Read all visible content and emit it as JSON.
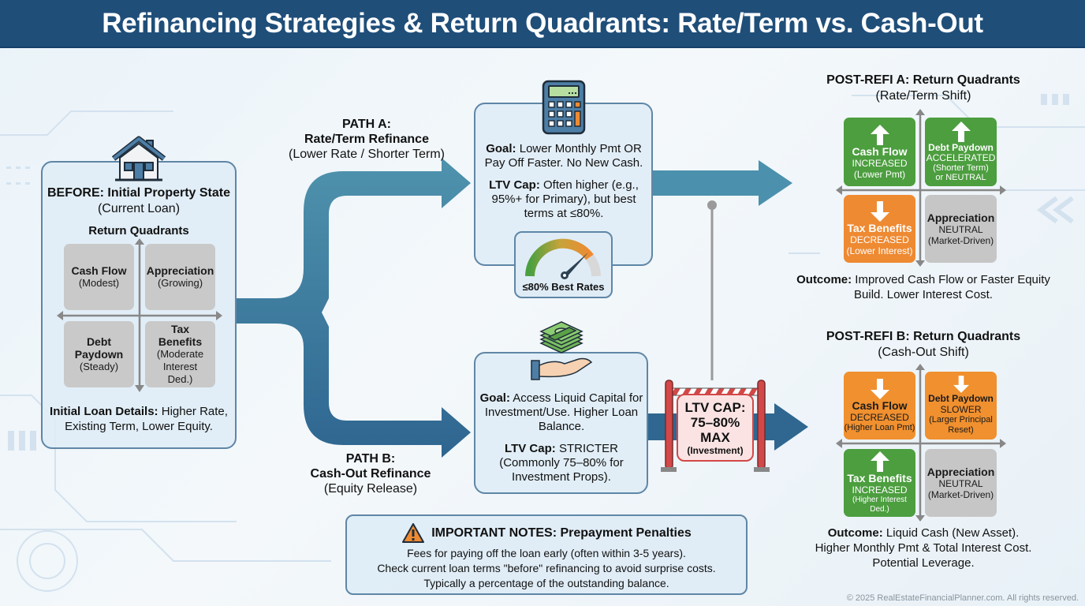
{
  "header": {
    "title": "Refinancing Strategies & Return Quadrants: Rate/Term vs. Cash-Out"
  },
  "colors": {
    "header_bg": "#1f4e79",
    "arrow_blue": "#3d7ea1",
    "increase_green": "#4c9e3f",
    "decrease_orange": "#ee8a32",
    "neutral_gray": "#c6c6c6",
    "ltv_red": "#d24848"
  },
  "before": {
    "icon": "house-icon",
    "title_bold": "BEFORE: Initial Property State",
    "title_rest": "(Current Loan)",
    "quadrants_label": "Return Quadrants",
    "quadrants": [
      {
        "title": "Cash Flow",
        "sub": "(Modest)"
      },
      {
        "title": "Appreciation",
        "sub": "(Growing)"
      },
      {
        "title": "Debt Paydown",
        "sub": "(Steady)"
      },
      {
        "title": "Tax Benefits",
        "sub": "(Moderate Interest Ded.)"
      }
    ],
    "details_bold": "Initial Loan Details:",
    "details_rest": "Higher Rate, Existing Term, Lower Equity."
  },
  "path_a": {
    "label_line1": "PATH A:",
    "label_line2": "Rate/Term Refinance",
    "label_line3": "(Lower Rate / Shorter Term)",
    "icon": "calculator-icon",
    "goal_bold": "Goal:",
    "goal_rest": "Lower Monthly Pmt OR Pay Off Faster. No New Cash.",
    "ltv_bold": "LTV Cap:",
    "ltv_rest": "Often higher (e.g., 95%+ for Primary), but best terms at ≤80%.",
    "gauge_label": "≤80% Best Rates",
    "gauge_level_percent": 80
  },
  "path_b": {
    "label_line1": "PATH B:",
    "label_line2": "Cash-Out Refinance",
    "label_line3": "(Equity Release)",
    "icon": "money-hand-icon",
    "goal_bold": "Goal:",
    "goal_rest": "Access Liquid Capital for Investment/Use. Higher Loan Balance.",
    "ltv_bold": "LTV Cap:",
    "ltv_rest": "STRICTER (Commonly 75–80% for Investment Props).",
    "barrier": {
      "line1": "LTV CAP:",
      "line2": "75–80%",
      "line3": "MAX",
      "line4": "(Investment)"
    }
  },
  "post_a": {
    "title_bold": "POST-REFI A: Return Quadrants",
    "subtitle": "(Rate/Term Shift)",
    "quadrants": [
      {
        "title": "Cash Flow",
        "status": "INCREASED",
        "note": "(Lower Pmt)",
        "direction": "up"
      },
      {
        "title": "Debt Paydown",
        "status": "ACCELERATED",
        "note": "(Shorter Term) or NEUTRAL",
        "direction": "up"
      },
      {
        "title": "Tax Benefits",
        "status": "DECREASED",
        "note": "(Lower Interest)",
        "direction": "down"
      },
      {
        "title": "Appreciation",
        "status": "NEUTRAL",
        "note": "(Market-Driven)",
        "direction": "none"
      }
    ],
    "outcome_bold": "Outcome:",
    "outcome_rest": "Improved Cash Flow or Faster Equity Build. Lower Interest Cost."
  },
  "post_b": {
    "title_bold": "POST-REFI B: Return Quadrants",
    "subtitle": "(Cash-Out Shift)",
    "quadrants": [
      {
        "title": "Cash Flow",
        "status": "DECREASED",
        "note": "(Higher Loan Pmt)",
        "direction": "down"
      },
      {
        "title": "Debt Paydown",
        "status": "SLOWER",
        "note": "(Larger Principal Reset)",
        "direction": "down"
      },
      {
        "title": "Tax Benefits",
        "status": "INCREASED",
        "note": "(Higher Interest Ded.)",
        "direction": "up"
      },
      {
        "title": "Appreciation",
        "status": "NEUTRAL",
        "note": "(Market-Driven)",
        "direction": "none"
      }
    ],
    "outcome_bold": "Outcome:",
    "outcome_line1": "Liquid Cash (New Asset).",
    "outcome_line2": "Higher Monthly Pmt & Total Interest Cost.",
    "outcome_line3": "Potential Leverage."
  },
  "notes": {
    "icon": "warning-icon",
    "title": "IMPORTANT NOTES: Prepayment Penalties",
    "lines": [
      "Fees for paying off the loan early (often within 3-5 years).",
      "Check current loan terms \"before\" refinancing to avoid surprise costs.",
      "Typically a percentage of the outstanding balance."
    ]
  },
  "footer": {
    "copyright": "© 2025 RealEstateFinancialPlanner.com. All rights reserved."
  }
}
